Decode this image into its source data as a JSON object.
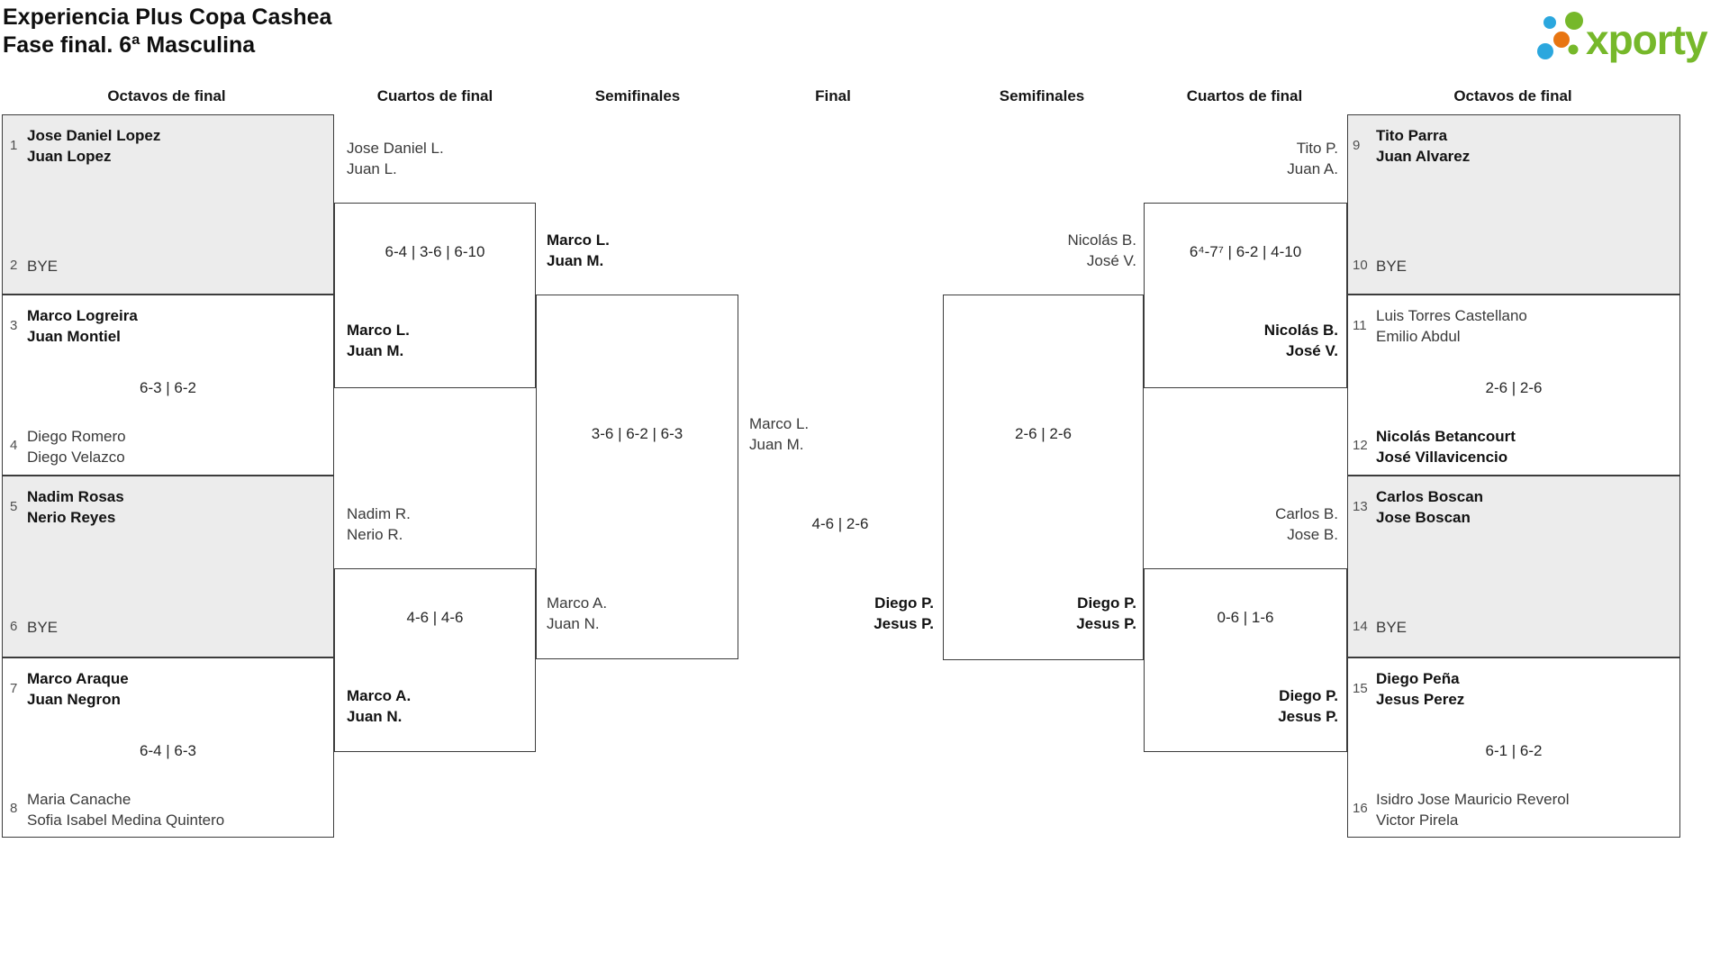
{
  "title": {
    "line1": "Experiencia Plus Copa Cashea",
    "line2": "Fase final. 6ª Masculina"
  },
  "logo": {
    "brand": "xporty"
  },
  "headers": [
    "Octavos de final",
    "Cuartos de final",
    "Semifinales",
    "Final",
    "Semifinales",
    "Cuartos de final",
    "Octavos de final"
  ],
  "r16_left": [
    {
      "seed_top": "1",
      "top1": "Jose Daniel Lopez",
      "top2": "Juan Lopez",
      "seed_bot": "2",
      "bot1": "BYE"
    },
    {
      "seed_top": "3",
      "top1": "Marco Logreira",
      "top2": "Juan Montiel",
      "score": "6-3 | 6-2",
      "seed_bot": "4",
      "bot1": "Diego Romero",
      "bot2": "Diego Velazco"
    },
    {
      "seed_top": "5",
      "top1": "Nadim Rosas",
      "top2": "Nerio Reyes",
      "seed_bot": "6",
      "bot1": "BYE"
    },
    {
      "seed_top": "7",
      "top1": "Marco Araque",
      "top2": "Juan Negron",
      "score": "6-4 | 6-3",
      "seed_bot": "8",
      "bot1": "Maria Canache",
      "bot2": "Sofia Isabel Medina Quintero"
    }
  ],
  "qf_left": [
    {
      "from_top1": "Jose Daniel L.",
      "from_top2": "Juan L.",
      "score": "6-4 | 3-6 | 6-10",
      "winner1": "Marco L.",
      "winner2": "Juan M."
    },
    {
      "from_top1": "Nadim R.",
      "from_top2": "Nerio R.",
      "score": "4-6 | 4-6",
      "winner1": "Marco A.",
      "winner2": "Juan N."
    }
  ],
  "sf_left": {
    "top1": "Marco L.",
    "top2": "Juan M.",
    "score": "3-6 | 6-2 | 6-3",
    "bot1": "Marco A.",
    "bot2": "Juan N."
  },
  "final": {
    "top1": "Marco L.",
    "top2": "Juan M.",
    "score": "4-6 | 2-6",
    "bot1": "Diego P.",
    "bot2": "Jesus P."
  },
  "sf_right": {
    "top1": "Nicolás B.",
    "top2": "José V.",
    "score": "2-6 | 2-6",
    "bot1": "Diego P.",
    "bot2": "Jesus P."
  },
  "qf_right": [
    {
      "from_top1": "Tito P.",
      "from_top2": "Juan A.",
      "score": "6⁴-7⁷ | 6-2 | 4-10",
      "winner1": "Nicolás B.",
      "winner2": "José V."
    },
    {
      "from_top1": "Carlos B.",
      "from_top2": "Jose B.",
      "score": "0-6 | 1-6",
      "winner1": "Diego P.",
      "winner2": "Jesus P."
    }
  ],
  "r16_right": [
    {
      "seed_top": "9",
      "top1": "Tito Parra",
      "top2": "Juan Alvarez",
      "seed_bot": "10",
      "bot1": "BYE"
    },
    {
      "seed_top": "11",
      "top1": "Luis Torres Castellano",
      "top2": "Emilio Abdul",
      "score": "2-6 | 2-6",
      "seed_bot": "12",
      "bot1": "Nicolás Betancourt",
      "bot2": "José Villavicencio"
    },
    {
      "seed_top": "13",
      "top1": "Carlos Boscan",
      "top2": "Jose Boscan",
      "seed_bot": "14",
      "bot1": "BYE"
    },
    {
      "seed_top": "15",
      "top1": "Diego Peña",
      "top2": "Jesus Perez",
      "score": "6-1 | 6-2",
      "seed_bot": "16",
      "bot1": "Isidro Jose Mauricio Reverol",
      "bot2": "Victor Pirela"
    }
  ],
  "colors": {
    "accent_green": "#76b82a",
    "accent_blue": "#2ba7de",
    "accent_orange": "#e87511",
    "gray_fill": "#ececec",
    "border": "#3c3c3c"
  }
}
